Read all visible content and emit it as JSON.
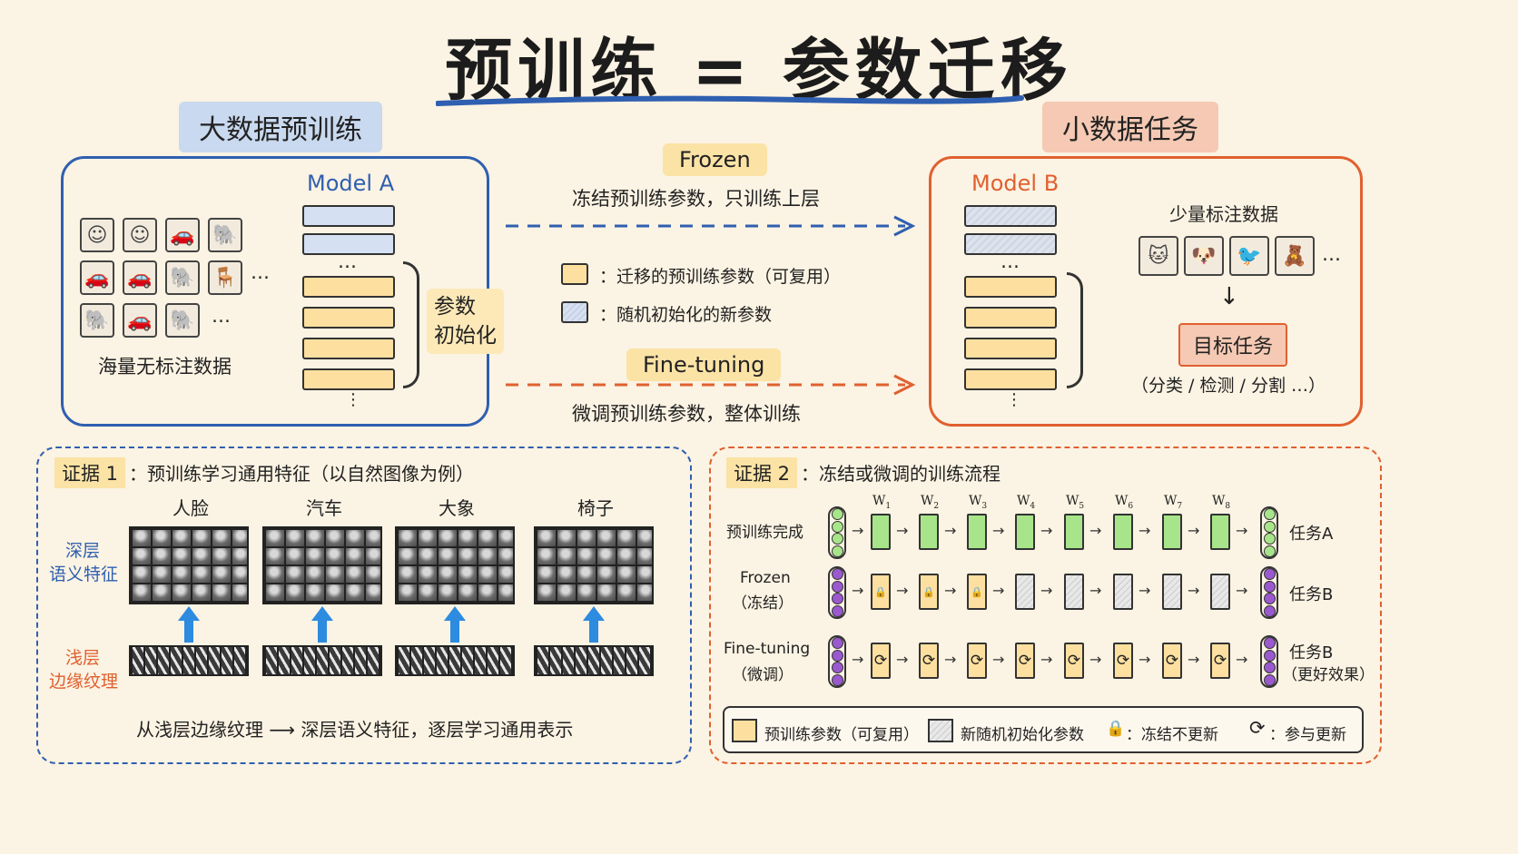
{
  "title": "预训练 = 参数迁移",
  "colors": {
    "blue": "#2f5fb0",
    "orange": "#e06030",
    "yellow": "#fde0a0",
    "green": "#a8e58a",
    "purple": "#9b59d0"
  },
  "left": {
    "header": "大数据预训练",
    "model_label": "Model A",
    "data_caption": "海量无标注数据",
    "brace_label_1": "参数",
    "brace_label_2": "初始化",
    "ellipsis": "…",
    "icons": [
      "face-icon",
      "face-icon",
      "car-icon",
      "elephant-icon",
      "car-icon",
      "car-icon",
      "elephant-icon",
      "chair-icon",
      "elephant-icon",
      "car-icon",
      "elephant-icon"
    ]
  },
  "right": {
    "header": "小数据任务",
    "model_label": "Model B",
    "data_caption": "少量标注数据",
    "target": "目标任务",
    "target_sub": "（分类 / 检测 / 分割 …）",
    "icons": [
      "cat-icon",
      "dog-icon",
      "bird-icon",
      "bear-icon"
    ],
    "down_arrow": "↓"
  },
  "middle": {
    "frozen_tag": "Frozen",
    "frozen_desc": "冻结预训练参数，只训练上层",
    "legend_yellow": "：迁移的预训练参数（可复用）",
    "legend_blue": "：随机初始化的新参数",
    "finetune_tag": "Fine-tuning",
    "finetune_desc": "微调预训练参数，整体训练"
  },
  "evidence1": {
    "tag": "证据 1",
    "title": "：预训练学习通用特征（以自然图像为例）",
    "columns": [
      "人脸",
      "汽车",
      "大象",
      "椅子"
    ],
    "row_deep_1": "深层",
    "row_deep_2": "语义特征",
    "row_shallow_1": "浅层",
    "row_shallow_2": "边缘纹理",
    "caption": "从浅层边缘纹理 ⟶ 深层语义特征，逐层学习通用表示"
  },
  "evidence2": {
    "tag": "证据 2",
    "title": "：冻结或微调的训练流程",
    "weights": [
      "W",
      "W",
      "W",
      "W",
      "W",
      "W",
      "W",
      "W"
    ],
    "weight_subs": [
      "1",
      "2",
      "3",
      "4",
      "5",
      "6",
      "7",
      "8"
    ],
    "row1_label": "预训练完成",
    "row1_task": "任务A",
    "row2_label_1": "Frozen",
    "row2_label_2": "（冻结）",
    "row2_task": "任务B",
    "row3_label_1": "Fine-tuning",
    "row3_label_2": "（微调）",
    "row3_task_1": "任务B",
    "row3_task_2": "（更好效果）",
    "lock_glyph": "🔒",
    "sync_glyph": "⟳",
    "legend_pre": "预训练参数（可复用）",
    "legend_new": "新随机初始化参数",
    "legend_lock": "：冻结不更新",
    "legend_sync": "：参与更新"
  }
}
